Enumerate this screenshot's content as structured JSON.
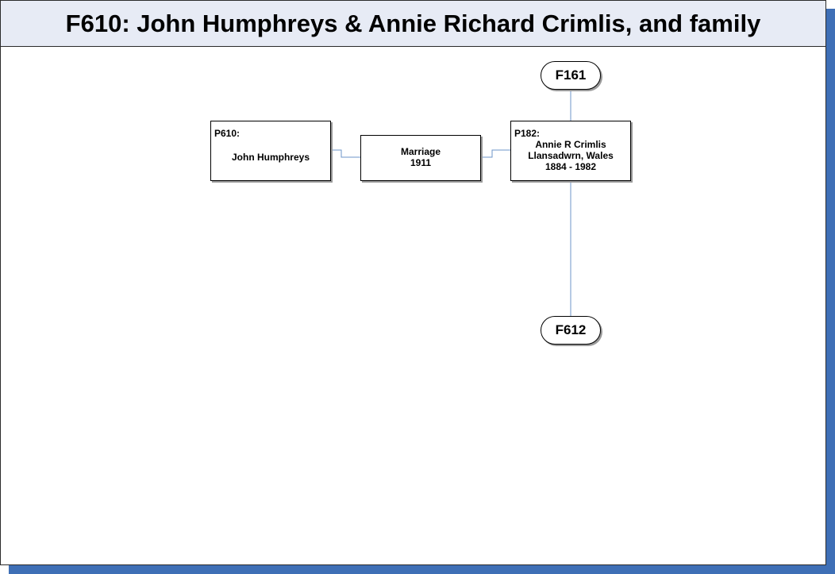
{
  "title": "F610: John Humphreys & Annie Richard Crimlis, and family",
  "colors": {
    "shadow": "#3e6fb6",
    "title_bg": "#e7ebf5",
    "connector": "#6d94c9"
  },
  "parent_family_link": {
    "label": "F161"
  },
  "child_family_link": {
    "label": "F612"
  },
  "husband": {
    "id": "P610:",
    "name": "John Humphreys"
  },
  "marriage": {
    "label": "Marriage",
    "year": "1911"
  },
  "wife": {
    "id": "P182:",
    "name": "Annie R Crimlis",
    "place": "Llansadwrn, Wales",
    "dates": "1884 - 1982"
  }
}
